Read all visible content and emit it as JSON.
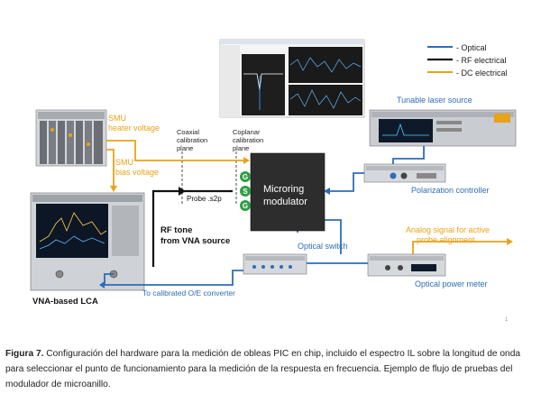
{
  "legend": {
    "optical": "- Optical",
    "rf": "- RF electrical",
    "dc": "- DC electrical"
  },
  "colors": {
    "optical": "#2e6db4",
    "rf": "#111111",
    "dc": "#e8a317",
    "gsg": "#2f9e44"
  },
  "labels": {
    "tunable_laser": "Tunable laser source",
    "smu_heater_1": "SMU",
    "smu_heater_2": "heater voltage",
    "smu_bias_1": "SMU",
    "smu_bias_2": "bias voltage",
    "coax_1": "Coaxial",
    "coax_2": "calibration",
    "coax_3": "plane",
    "copl_1": "Coplanar",
    "copl_2": "calibration",
    "copl_3": "plane",
    "probe": "Probe .s2p",
    "modulator_1": "Microring",
    "modulator_2": "modulator",
    "gsg": [
      "G",
      "S",
      "G"
    ],
    "pol_ctrl": "Polarization controller",
    "rf_tone_1": "RF tone",
    "rf_tone_2": "from VNA source",
    "optical_switch": "Optical switch",
    "analog_1": "Analog signal for active",
    "analog_2": "probe alignment",
    "power_meter": "Optical power meter",
    "oe_converter": "To calibrated O/E converter",
    "vna_lca": "VNA-based LCA",
    "page_mark": "1"
  },
  "caption": {
    "label": "Figura 7.",
    "text": " Configuración del hardware para la medición de obleas PIC en chip, incluido el espectro IL sobre la longitud de onda para seleccionar el punto de funcionamiento para la medición de la respuesta en frecuencia. Ejemplo de flujo de pruebas del modulador de microanillo."
  }
}
